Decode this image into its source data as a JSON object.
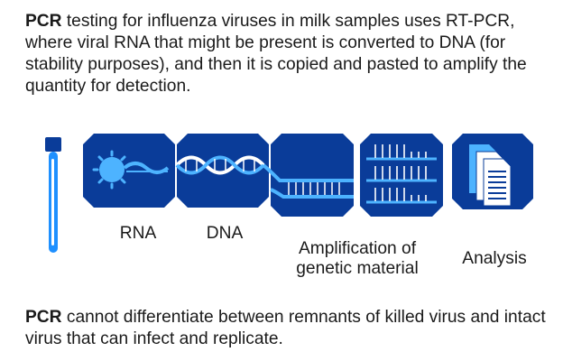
{
  "intro": {
    "bold": "PCR",
    "text": " testing for influenza viruses in milk samples uses RT-PCR, where viral RNA that might be present is converted to DNA (for stability purposes), and then it is copied and pasted to amplify the quantity for detection."
  },
  "steps": [
    {
      "label": "RNA",
      "icon": "virus-icon"
    },
    {
      "label": "DNA",
      "icon": "dna-helix-icon"
    },
    {
      "label": "Amplification of genetic material",
      "icon": "dna-strand-icon"
    },
    {
      "label": "",
      "icon": "dna-copies-icon"
    },
    {
      "label": "Analysis",
      "icon": "documents-icon"
    }
  ],
  "outro": {
    "bold": "PCR",
    "text": " cannot differentiate between remnants of killed virus and intact virus that can infect and replicate."
  },
  "colors": {
    "tile": "#0a3c99",
    "accent": "#1e90ff",
    "light": "#4db3ff",
    "white": "#ffffff"
  }
}
